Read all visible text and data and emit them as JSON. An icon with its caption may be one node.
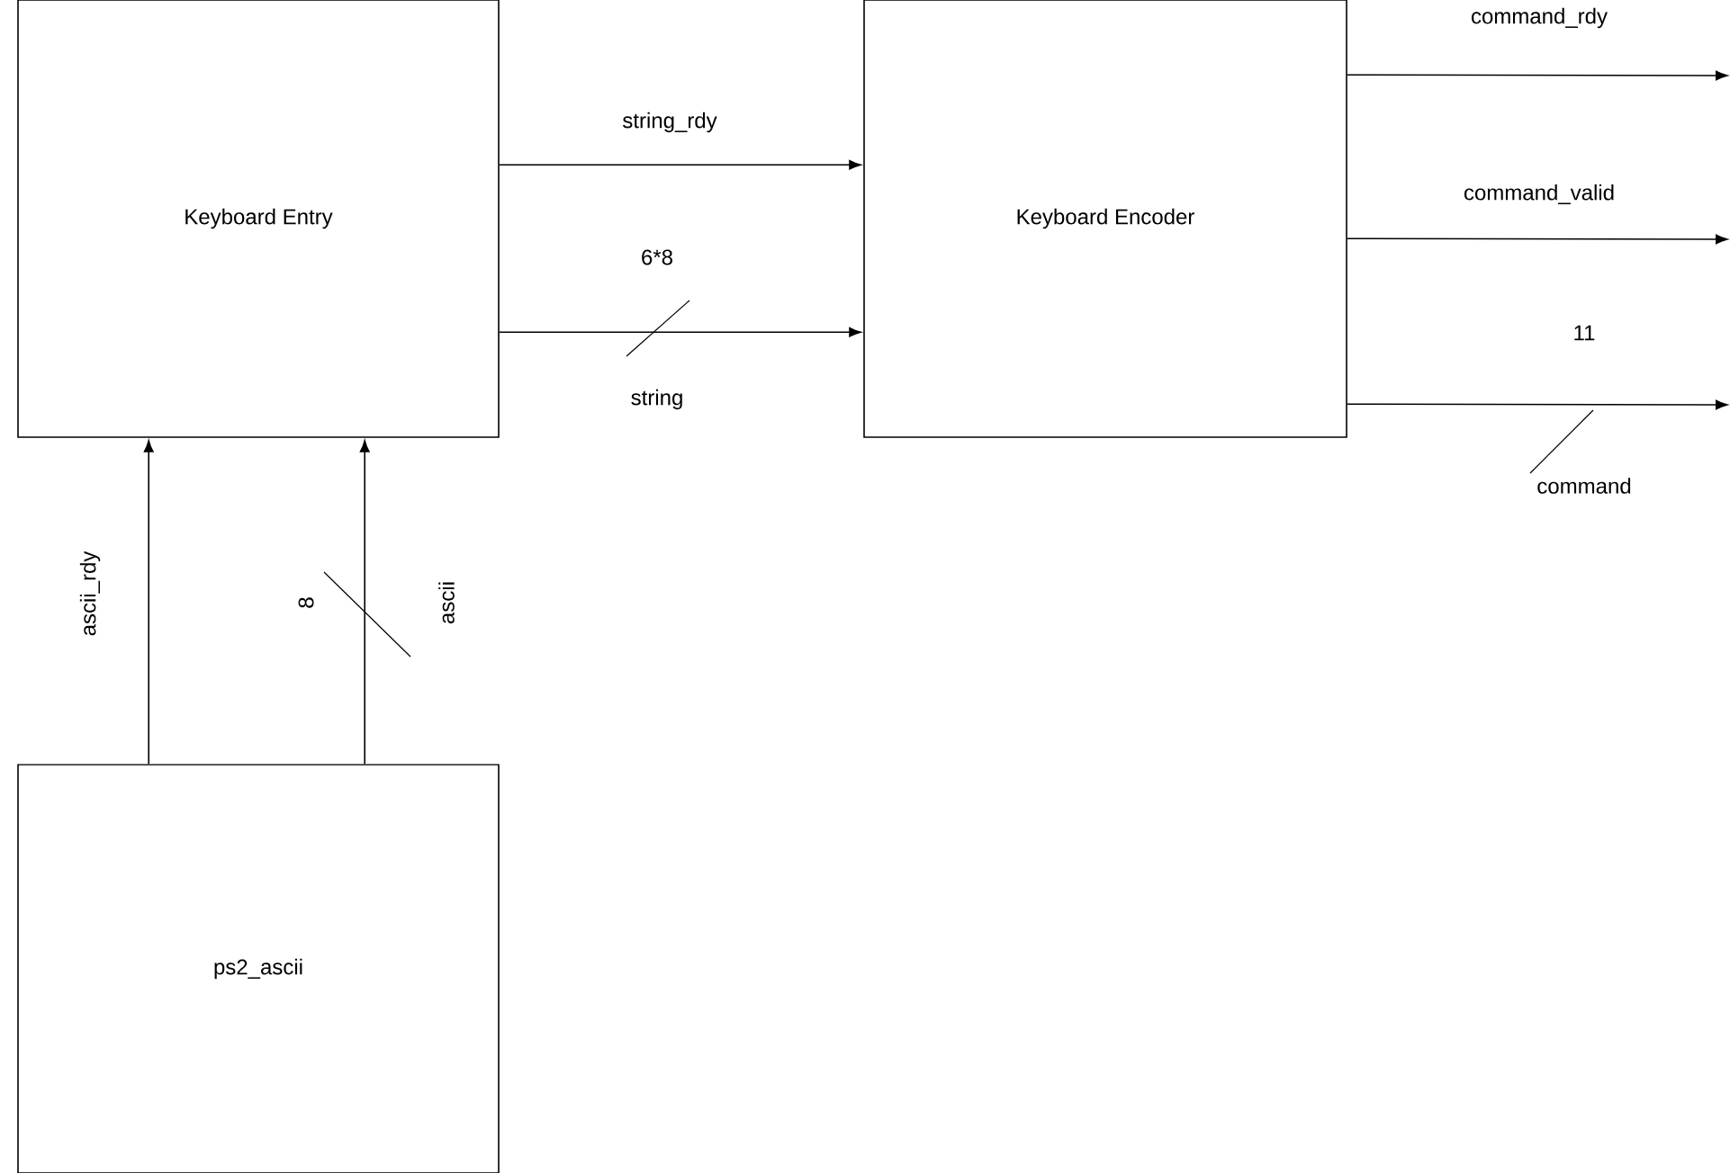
{
  "diagram": {
    "nodes": [
      {
        "text": [
          "Keyboard Entry"
        ]
      },
      {
        "text": [
          "Keyboard Encoder"
        ]
      },
      {
        "text": [
          "ps2_ascii"
        ]
      }
    ],
    "edges": [
      {
        "from": 0,
        "to": 1,
        "arrow": "to",
        "label": "string_rdy"
      },
      {
        "from": 0,
        "to": 1,
        "arrow": "to",
        "label": "string"
      },
      {
        "from": 1,
        "to": null,
        "arrow": "to",
        "label": "command_rdy"
      },
      {
        "from": 1,
        "to": null,
        "arrow": "to",
        "label": "command_valid"
      },
      {
        "from": 1,
        "to": null,
        "arrow": "to",
        "label": "command"
      },
      {
        "from": 2,
        "to": 0,
        "arrow": "to",
        "label": "ascii_rdy"
      },
      {
        "from": 2,
        "to": 0,
        "arrow": "to",
        "label": "ascii"
      }
    ],
    "labels": [
      "6*8",
      "11",
      "8"
    ]
  }
}
